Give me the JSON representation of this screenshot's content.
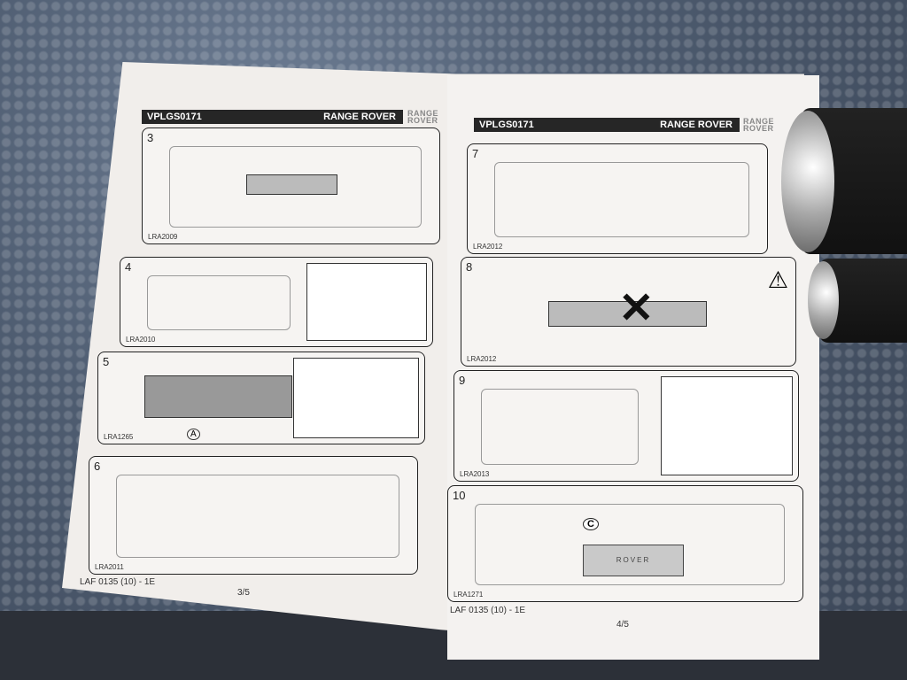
{
  "sheet_left": {
    "doc_code": "VPLGS0171",
    "brand": "RANGE ROVER",
    "logo": "RANGE ROVER",
    "footer": "LAF 0135 (10) - 1E",
    "page": "3/5",
    "panels": [
      {
        "num": "3",
        "code": "LRA2009"
      },
      {
        "num": "4",
        "code": "LRA2010"
      },
      {
        "num": "5",
        "code": "LRA1265",
        "label": "A"
      },
      {
        "num": "6",
        "code": "LRA2011"
      }
    ]
  },
  "sheet_right": {
    "doc_code": "VPLGS0171",
    "brand": "RANGE ROVER",
    "logo": "RANGE ROVER",
    "footer": "LAF 0135 (10) - 1E",
    "page": "4/5",
    "panels": [
      {
        "num": "7",
        "code": "LRA2012"
      },
      {
        "num": "8",
        "code": "LRA2012"
      },
      {
        "num": "9",
        "code": "LRA2013"
      },
      {
        "num": "10",
        "code": "LRA1271",
        "label": "C",
        "plate": "ROVER"
      }
    ]
  }
}
